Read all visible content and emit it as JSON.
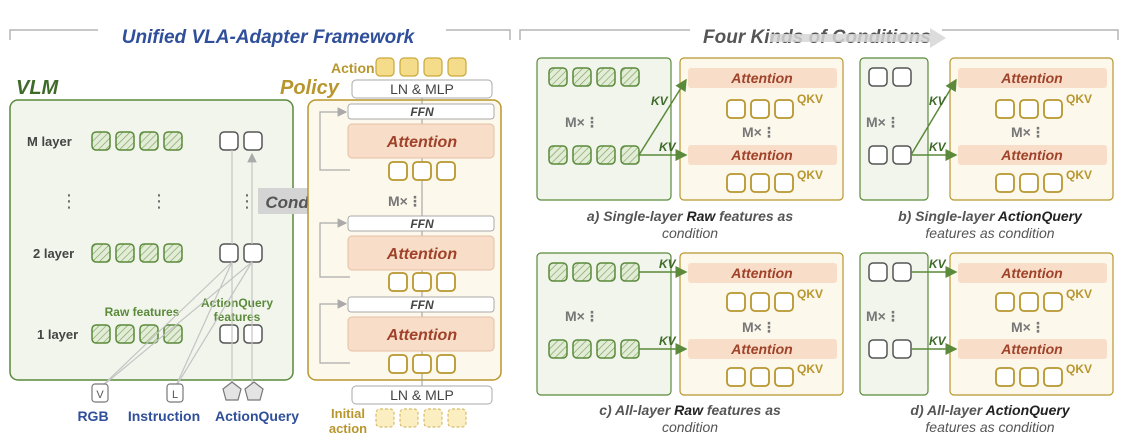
{
  "header": {
    "left_title": "Unified VLA-Adapter Framework",
    "right_title": "Four Kinds of Conditions"
  },
  "vlm": {
    "title": "VLM",
    "layers": {
      "m": "M layer",
      "two": "2 layer",
      "one": "1 layer"
    },
    "dots": "⋮",
    "raw_features": "Raw features",
    "aq_features_1": "ActionQuery",
    "aq_features_2": "features"
  },
  "inputs": {
    "rgb_glyph": "V",
    "rgb": "RGB",
    "instruction_glyph": "L",
    "instruction": "Instruction",
    "action_query": "ActionQuery"
  },
  "condition_arrow": "Condition",
  "policy": {
    "title": "Policy",
    "action": "Action",
    "ln_mlp_top": "LN & MLP",
    "ln_mlp_bottom": "LN & MLP",
    "ffn": "FFN",
    "attention": "Attention",
    "repeat": "M×⋮",
    "initial_action_1": "Initial",
    "initial_action_2": "action"
  },
  "panels": {
    "attention": "Attention",
    "qkv": "QKV",
    "kv": "KV",
    "repeat": "M×⋮",
    "a": {
      "line1_prefix": "a) Single-layer ",
      "line1_emph": "Raw",
      "line1_suffix": " features as",
      "line2": "condition"
    },
    "b": {
      "line1_prefix": "b) Single-layer ",
      "line1_emph": "ActionQuery",
      "line2": "features as condition"
    },
    "c": {
      "line1_prefix": "c) All-layer ",
      "line1_emph": "Raw",
      "line1_suffix": " features as",
      "line2": "condition"
    },
    "d": {
      "line1_prefix": "d) All-layer ",
      "line1_emph": "ActionQuery",
      "line2": "features as condition"
    }
  },
  "colors": {
    "green": "#5a8a3a",
    "green_fill": "#f1f5ec",
    "gold": "#b8962e",
    "gold_fill": "#fdf8ec",
    "attention_fill": "#f8ddc8",
    "attention_text": "#a0422a",
    "blue": "#2f4f9a",
    "gray": "#888888"
  }
}
